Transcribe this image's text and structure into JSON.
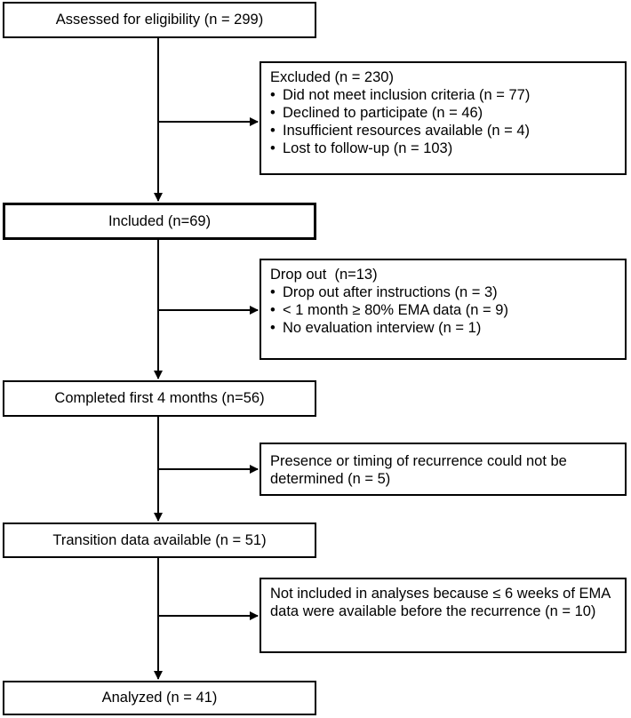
{
  "flow": {
    "assessed": "Assessed for eligibility (n = 299)",
    "excluded": {
      "title": "Excluded (n = 230)",
      "items": [
        "Did not meet inclusion criteria (n = 77)",
        "Declined to participate (n = 46)",
        "Insufficient resources available (n = 4)",
        "Lost to follow-up (n = 103)"
      ]
    },
    "included": "Included (n=69)",
    "dropout": {
      "title": "Drop out  (n=13)",
      "items": [
        "Drop out after instructions (n = 3)",
        "< 1 month ≥ 80% EMA data (n = 9)",
        "No evaluation interview (n = 1)"
      ]
    },
    "completed": "Completed first 4 months (n=56)",
    "recurrence_note": "Presence or timing of recurrence could not be determined (n = 5)",
    "transition": "Transition data available (n = 51)",
    "not_included_note": "Not included in analyses because ≤ 6 weeks of EMA data were available before the recurrence (n = 10)",
    "analyzed": "Analyzed (n = 41)"
  }
}
